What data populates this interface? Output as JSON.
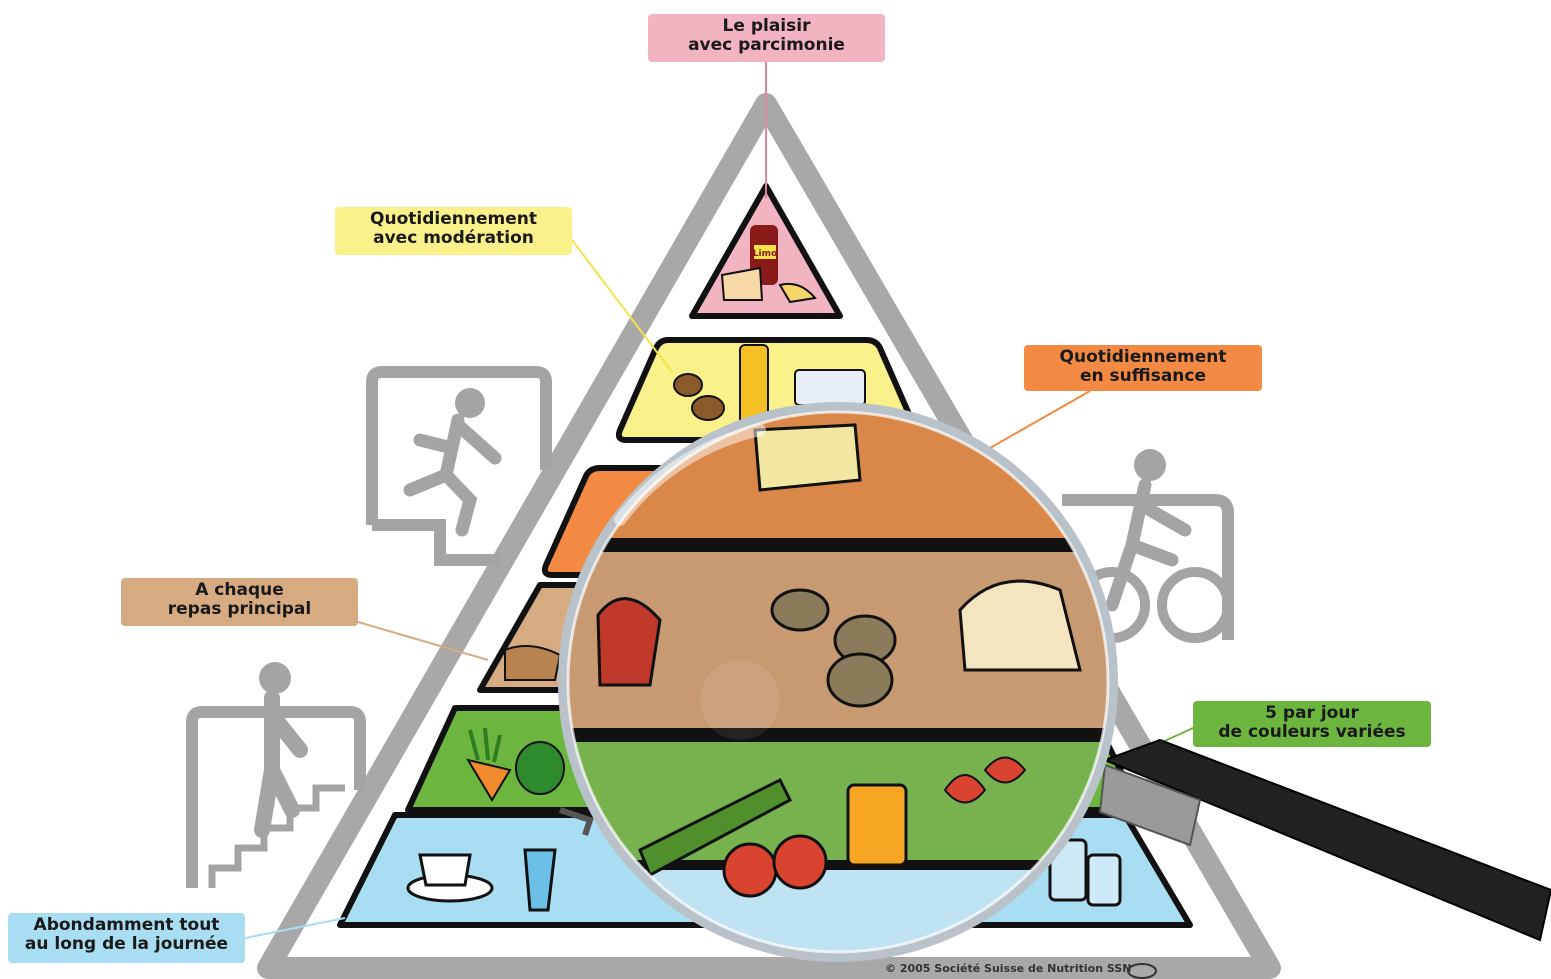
{
  "labels": {
    "plaisir": {
      "line1": "Le plaisir",
      "line2": "avec parcimonie"
    },
    "moderation": {
      "line1": "Quotidiennement",
      "line2": "avec modération"
    },
    "suffisance": {
      "line1": "Quotidiennement",
      "line2": "en suffisance"
    },
    "repas": {
      "line1": "A chaque",
      "line2": "repas principal"
    },
    "couleurs": {
      "line1": "5 par jour",
      "line2": "de couleurs variées"
    },
    "abondamment": {
      "line1": "Abondamment tout",
      "line2": "au long de la journée"
    }
  },
  "food_labels": {
    "limo": "Limo"
  },
  "copyright": "© 2005 Société Suisse de Nutrition SSN",
  "colors": {
    "tier_sweets": "#f3b4c2",
    "tier_fats": "#fbf18a",
    "tier_protein": "#f28a43",
    "tier_starch": "#d6ab82",
    "tier_fruits_veg": "#6cb640",
    "tier_drinks": "#a9ddf2",
    "pyramid_outline": "#a8a8a8",
    "activity_icons": "#a4a4a4"
  },
  "icons": [
    "runner-icon",
    "cyclist-icon",
    "stair-climber-icon",
    "magnifying-glass-icon",
    "ssn-logo-icon"
  ]
}
